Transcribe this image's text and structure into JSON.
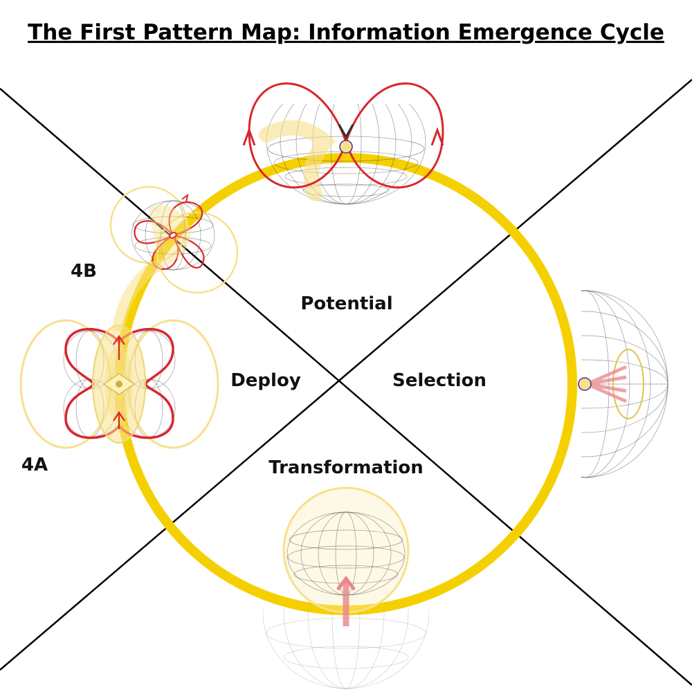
{
  "title": "The First Pattern Map: Information Emergence Cycle",
  "quadrants": {
    "top": "Potential",
    "right": "Selection",
    "bottom": "Transformation",
    "left": "Deploy"
  },
  "stage_labels": {
    "a": "4A",
    "b": "4B"
  },
  "colors": {
    "cycle_ring": "#F5D000",
    "field_lines": "#D9262C",
    "divider_lines": "#000000",
    "halo": "#F7E08A",
    "mesh": "#444444",
    "point_marker": "#4B2C8F"
  }
}
